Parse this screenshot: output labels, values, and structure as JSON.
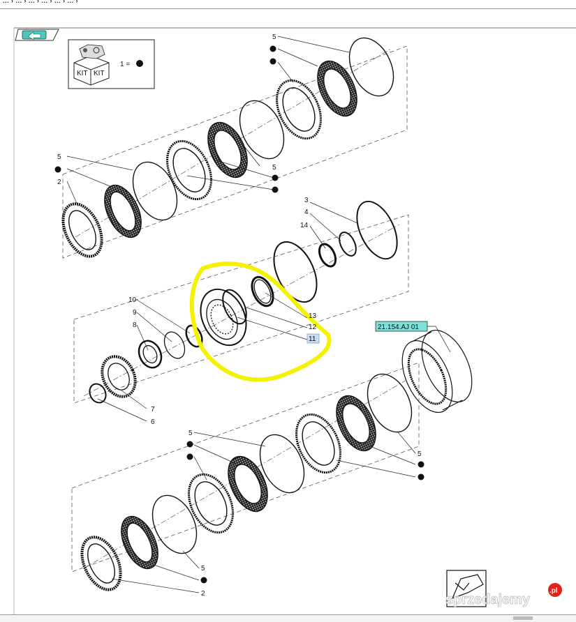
{
  "breadcrumb_text": "... › ... › ... › ... › ... › ... ›",
  "kit": {
    "box_label_1": "KIT",
    "box_label_2": "KIT",
    "legend_text": "1 ="
  },
  "reference_tag": "21.154.AJ 01",
  "watermark": {
    "text": "sprzedajemy",
    "badge": ".pl"
  },
  "callouts": {
    "upper_5a": "5",
    "upper_5b": "5",
    "upper_5c": "5",
    "upper_2": "2",
    "mid_3": "3",
    "mid_4": "4",
    "mid_14": "14",
    "mid_13": "13",
    "mid_12": "12",
    "mid_11": "11",
    "mid_10": "10",
    "mid_9": "9",
    "mid_8": "8",
    "mid_7": "7",
    "mid_6": "6",
    "lower_5a": "5",
    "lower_5b": "5",
    "lower_5c": "5",
    "lower_2": "2"
  },
  "colors": {
    "highlight": "#f5f200",
    "tag_fill": "#7fe0d8",
    "nav_button": "#4fc9c0",
    "badge": "#e2231a"
  },
  "icons": [
    "back-arrow-icon",
    "kit-box-icon",
    "next-page-icon"
  ]
}
